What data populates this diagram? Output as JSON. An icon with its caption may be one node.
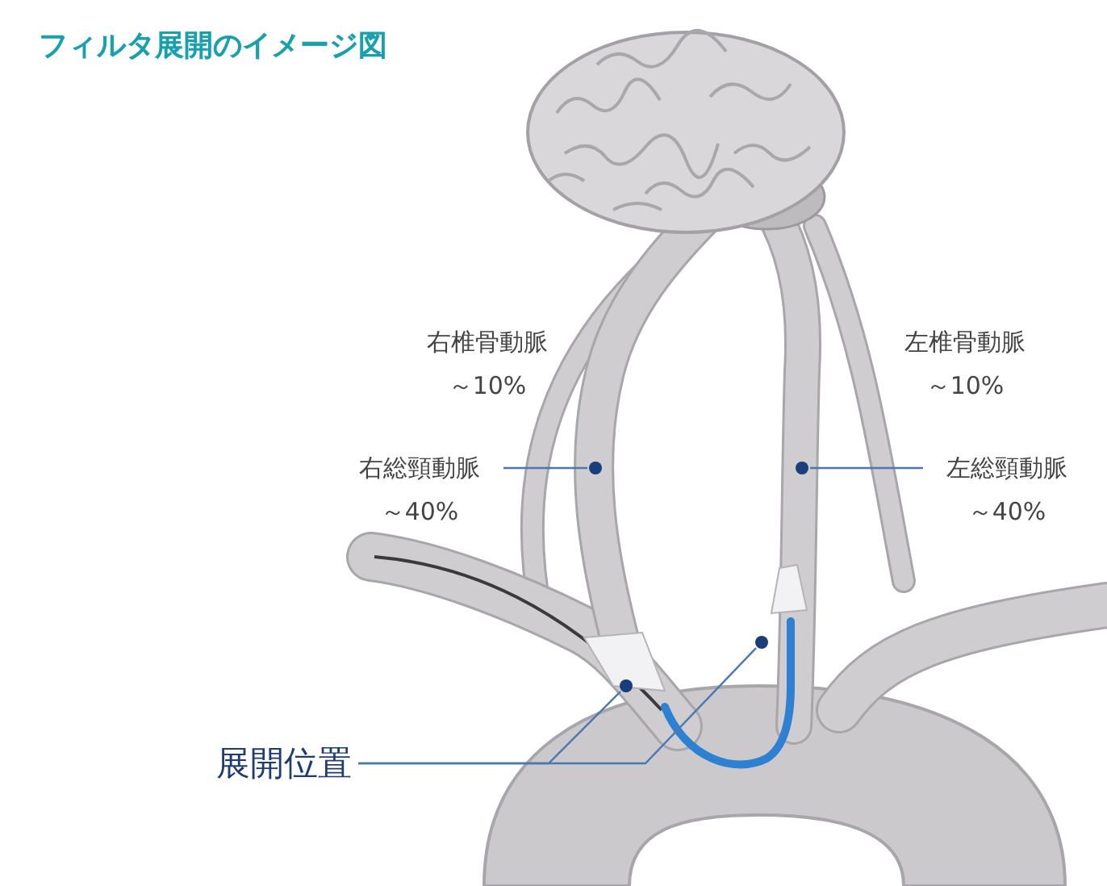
{
  "diagram": {
    "title": "フィルタ展開のイメージ図",
    "nodes": [
      {
        "text": [
          "右総頸動脈",
          "～40%"
        ]
      },
      {
        "text": [],
        "shape": "circle"
      },
      {
        "text": [
          "左総頸動脈",
          "～40%"
        ]
      },
      {
        "text": [],
        "shape": "circle"
      },
      {
        "text": [
          "展開位置"
        ]
      },
      {
        "text": [],
        "shape": "circle"
      },
      {
        "text": [],
        "shape": "circle"
      }
    ],
    "edges": [
      {
        "from": 0,
        "to": 1,
        "arrow": "none"
      },
      {
        "from": 2,
        "to": 3,
        "arrow": "none"
      },
      {
        "from": 4,
        "to": 5,
        "arrow": "none"
      },
      {
        "from": 4,
        "to": 6,
        "arrow": "none"
      }
    ],
    "labels": [
      "右椎骨動脈",
      "～10%",
      "左椎骨動脈",
      "～10%"
    ]
  }
}
